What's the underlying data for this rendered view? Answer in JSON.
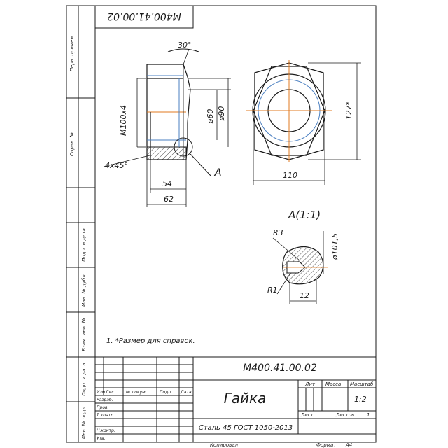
{
  "drawing": {
    "code": "М400.41.00.02",
    "code_mirrored": "М400.41.00.02",
    "part_name": "Гайка",
    "material": "Сталь 45  ГОСТ 1050-2013",
    "scale": "1:2",
    "sheets": "1",
    "sheet_label": "Лист",
    "sheets_label": "Листов",
    "lit_label": "Лит",
    "mass_label": "Масса",
    "scale_label": "Масштаб",
    "copied_label": "Копировал",
    "format_label": "Формат",
    "format_value": "А4",
    "note": "1. *Размер для справок."
  },
  "title_block_rows": {
    "header": [
      "Изм",
      "Лист",
      "№ докум.",
      "Подп.",
      "Дата"
    ],
    "roles": [
      "Разраб.",
      "Пров.",
      "Т.контр.",
      "",
      "Н.контр.",
      "Утв."
    ]
  },
  "side_stamps": [
    "Перв. примен.",
    "Справ. №",
    "Подп. и дата",
    "Инв. № дубл.",
    "Взам. инв. №",
    "Подп. и дата",
    "Инв. № подл."
  ],
  "dimensions": {
    "angle": "30°",
    "thread": "М100х4",
    "d_inner": "ø60",
    "d_outer": "ø90",
    "chamfer": "4x45°",
    "len_inner": "54",
    "len_total": "62",
    "across_flats": "110",
    "across_corners": "127*",
    "section_ref": "А",
    "detail_title": "А(1:1)",
    "r_big": "R3",
    "r_small": "R1",
    "detail_width": "12",
    "detail_dia": "ø101,5"
  },
  "colors": {
    "line": "#1a1a1a",
    "centerline": "#e07a1f",
    "hidden": "#4a7fc1",
    "frame": "#1a1a1a"
  }
}
